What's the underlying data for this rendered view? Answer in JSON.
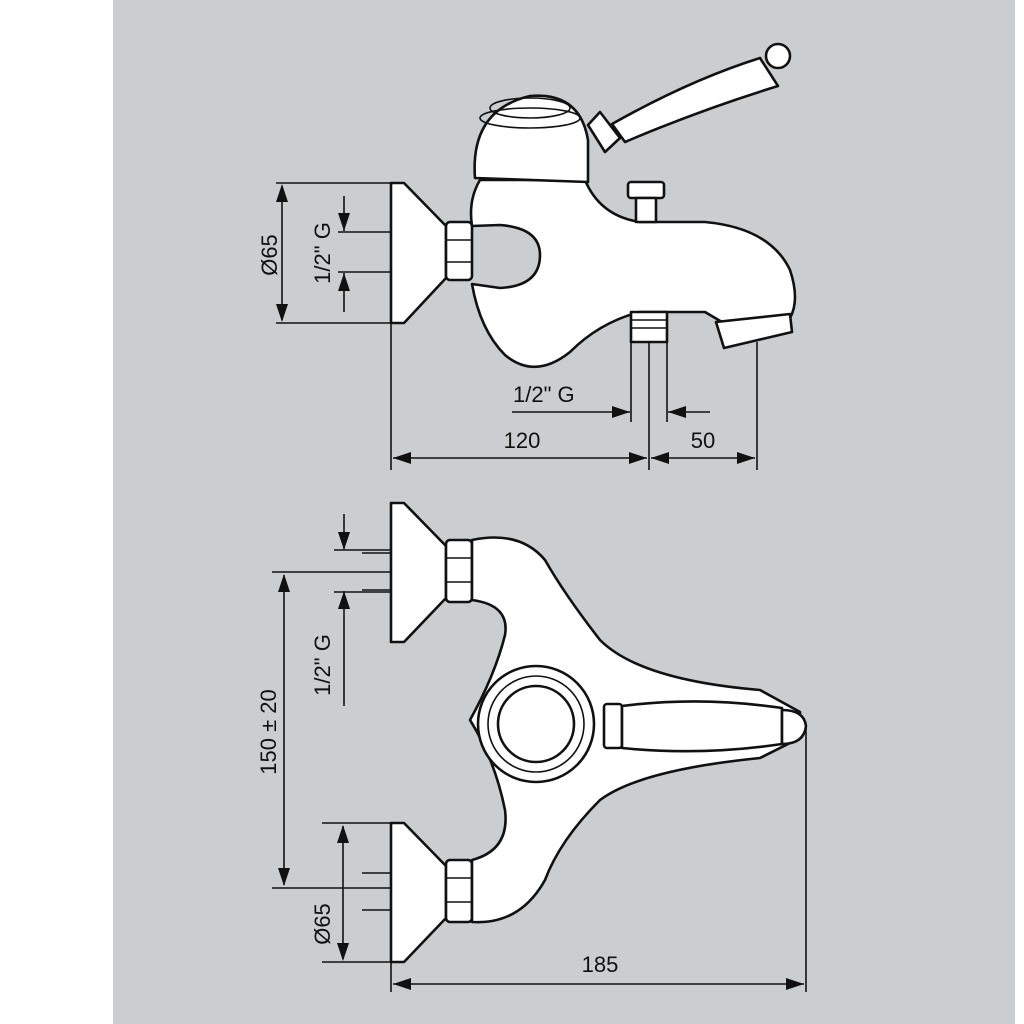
{
  "drawing": {
    "side_view": {
      "diameter_label": "Ø65",
      "inlet_thread_label": "1/2\" G",
      "outlet_thread_label": "1/2\" G",
      "width_label": "120",
      "spout_label": "50"
    },
    "top_view": {
      "inlet_thread_label": "1/2\" G",
      "centers_label": "150 ± 20",
      "diameter_label": "Ø65",
      "overall_width_label": "185"
    }
  },
  "colors": {
    "background": "#cbcdcf",
    "line": "#111111",
    "body_fill": "#ffffff"
  }
}
